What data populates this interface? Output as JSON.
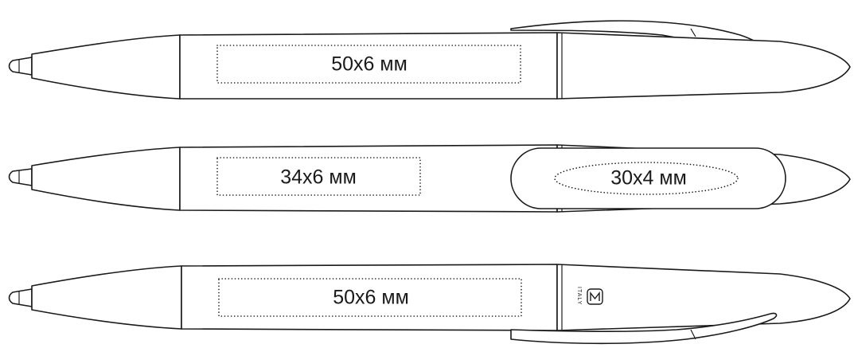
{
  "pens": [
    {
      "area_label": "50x6 мм"
    },
    {
      "area_label": "34x6 мм",
      "clip_label": "30x4 мм"
    },
    {
      "area_label": "50x6 мм",
      "brand": "ITALY"
    }
  ]
}
